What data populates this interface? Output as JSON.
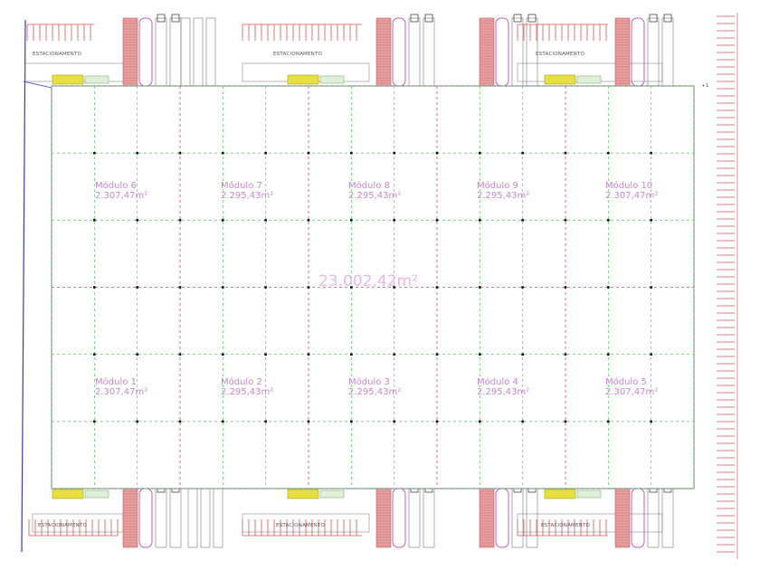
{
  "plan": {
    "total_area": "23.002,42m²",
    "parking_label": "ESTACIONAMENTO",
    "corner_mark": "+1",
    "modules": [
      {
        "name": "Módulo 6",
        "area": "2.307,47m²"
      },
      {
        "name": "Módulo 7",
        "area": "2.295,43m²"
      },
      {
        "name": "Módulo 8",
        "area": "2.295,43m²"
      },
      {
        "name": "Módulo 9",
        "area": "2.295,43m²"
      },
      {
        "name": "Módulo 10",
        "area": "2.307,47m²"
      },
      {
        "name": "Módulo 1",
        "area": "2.307,47m²"
      },
      {
        "name": "Módulo 2",
        "area": "2.295,43m²"
      },
      {
        "name": "Módulo 3",
        "area": "2.295,43m²"
      },
      {
        "name": "Módulo 4",
        "area": "2.295,43m²"
      },
      {
        "name": "Módulo 5",
        "area": "2.307,47m²"
      }
    ],
    "colors": {
      "grid_green": "#5fd36a",
      "grid_red": "#e05050",
      "dock_pink": "#e8a0a0",
      "ramp_magenta": "#c060c8",
      "label_purple": "#c888d0",
      "total_label": "#e8b8ec",
      "truck_yellow": "#e8e040",
      "outline": "#8a8a8a"
    }
  }
}
